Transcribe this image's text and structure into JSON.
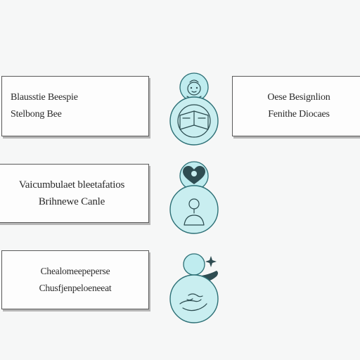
{
  "cards": [
    {
      "lines": [
        "Blausstie Beespie",
        "Stelbong Bee"
      ]
    },
    {
      "lines": [
        "Oese Besignlion",
        "Fenithe Diocaes"
      ]
    },
    {
      "lines": [
        "Vaicumbulaet bleetafatios",
        "Brihnewe Canle"
      ]
    },
    {
      "lines": [
        "Chealomeepeperse",
        "Chusfjenpeloeneeat"
      ]
    }
  ],
  "colors": {
    "icon_fill": "#c9eef0",
    "icon_stroke": "#2c6f75",
    "card_border": "#5a5a5a",
    "background": "#f6f7f7"
  },
  "icons": [
    "face-icon",
    "book-icon",
    "heart-icon",
    "person-icon",
    "person-sparkle-icon",
    "hands-icon"
  ]
}
